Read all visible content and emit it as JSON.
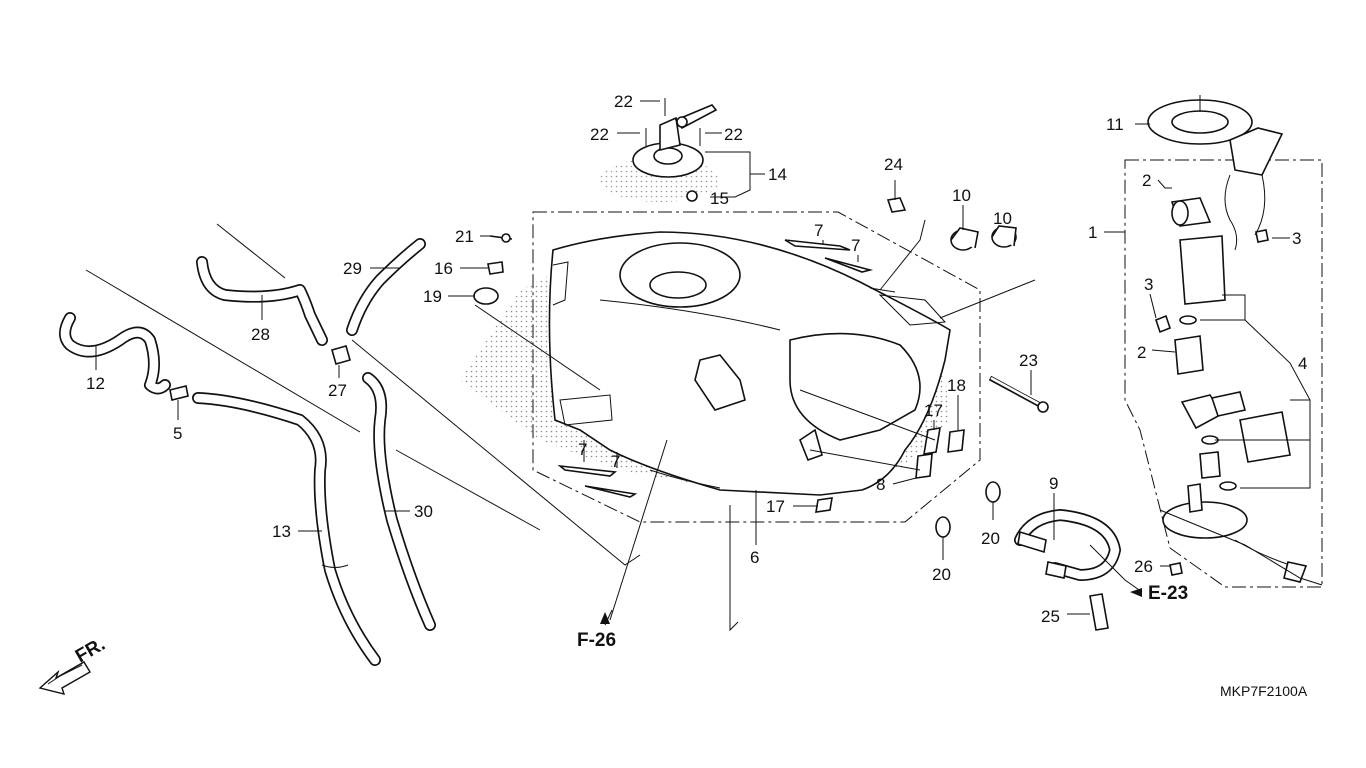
{
  "diagram_code": "MKP7F2100A",
  "front_indicator": "FR.",
  "references": {
    "f26": "F-26",
    "e23": "E-23"
  },
  "callouts": {
    "c1": "1",
    "c2a": "2",
    "c2b": "2",
    "c3a": "3",
    "c3b": "3",
    "c4": "4",
    "c5": "5",
    "c6": "6",
    "c7a": "7",
    "c7b": "7",
    "c7c": "7",
    "c7d": "7",
    "c8": "8",
    "c9": "9",
    "c10a": "10",
    "c10b": "10",
    "c11": "11",
    "c12": "12",
    "c13": "13",
    "c14": "14",
    "c15": "15",
    "c16": "16",
    "c17a": "17",
    "c17b": "17",
    "c18": "18",
    "c19": "19",
    "c20a": "20",
    "c20b": "20",
    "c21": "21",
    "c22a": "22",
    "c22b": "22",
    "c22c": "22",
    "c23": "23",
    "c24": "24",
    "c25": "25",
    "c26": "26",
    "c27": "27",
    "c28": "28",
    "c29": "29",
    "c30": "30"
  }
}
